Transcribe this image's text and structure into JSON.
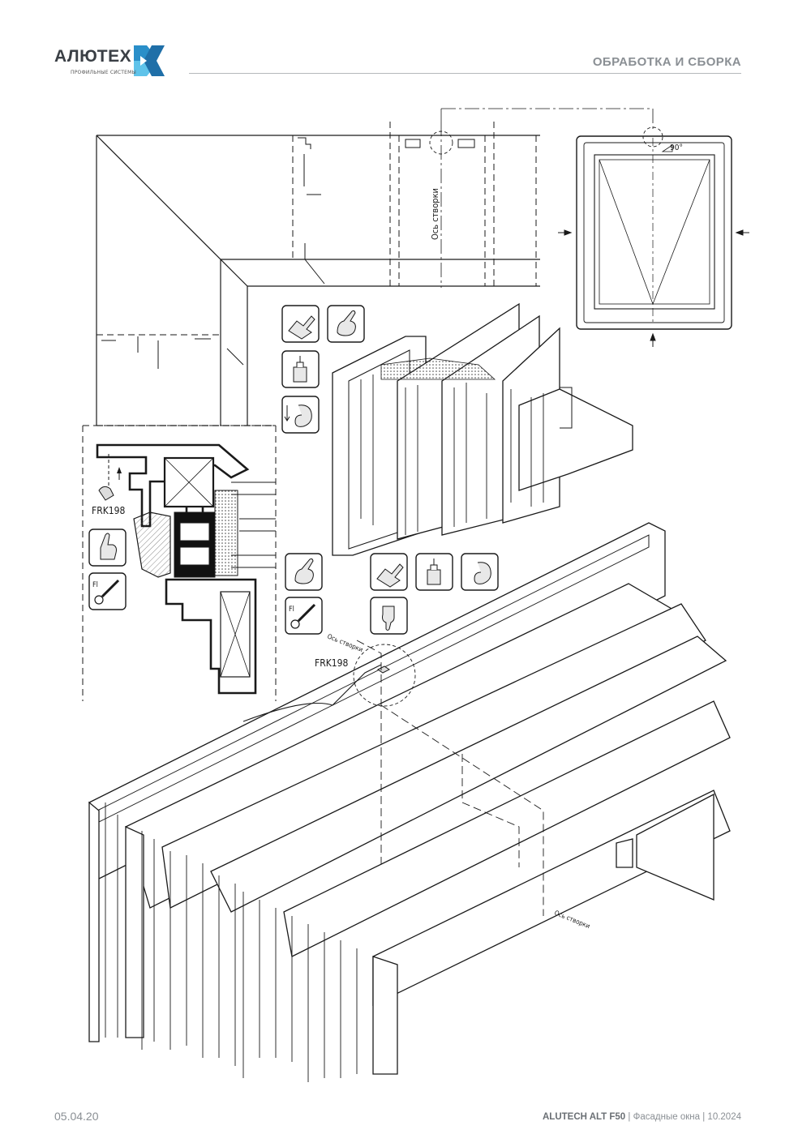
{
  "header": {
    "logo_text": "АЛЮТЕХ",
    "logo_subtitle": "ПРОФИЛЬНЫЕ СИСТЕМЫ",
    "section_title": "ОБРАБОТКА И СБОРКА"
  },
  "drawing": {
    "axis_label_top": "Ось створки",
    "axis_label_middle": "Ось створки",
    "axis_label_bottom": "Ось створки",
    "angle_label": "90°",
    "part_label_detail": "FRK198",
    "part_label_assembly": "FRK198",
    "icon_symbol_fl": "Fl"
  },
  "footer": {
    "date": "05.04.20",
    "product": "ALUTECH ALT F50",
    "separator": "|",
    "category": "Фасадные окна",
    "edition": "10.2024"
  },
  "colors": {
    "logo_dark": "#3a3f45",
    "logo_blue": "#2a8fc9",
    "logo_light_blue": "#5fc3ea",
    "header_gray": "#8a8f94",
    "line": "#1a1a1a"
  }
}
